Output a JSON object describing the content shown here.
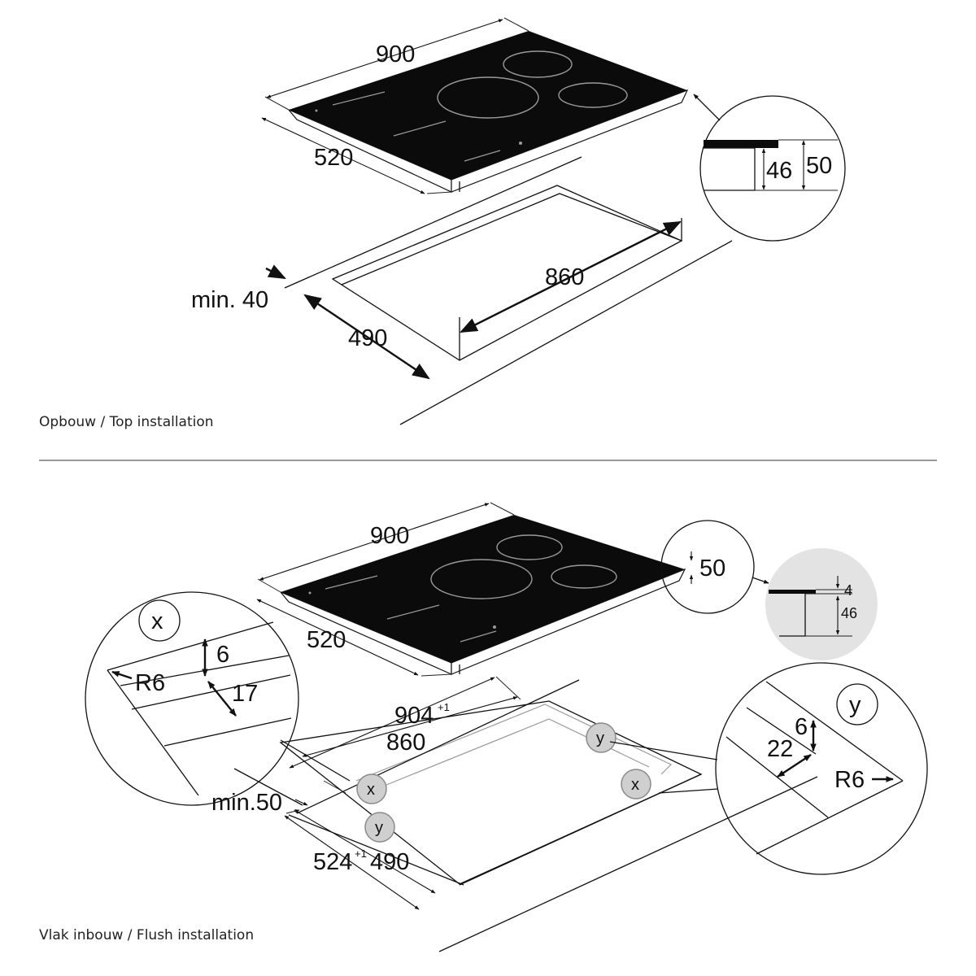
{
  "top_installation": {
    "caption": "Opbouw / Top installation",
    "hob_width": "900",
    "hob_depth": "520",
    "cutout_width": "860",
    "cutout_depth": "490",
    "min_distance": "min. 40",
    "detail_inner_height": "46",
    "detail_total_height": "50"
  },
  "flush_installation": {
    "caption": "Vlak inbouw / Flush installation",
    "hob_width": "900",
    "hob_depth": "520",
    "rebate_width": "904",
    "rebate_width_tolerance": "+1",
    "cutout_width": "860",
    "rebate_depth": "524",
    "rebate_depth_tolerance": "+1",
    "cutout_depth": "490",
    "min_distance": "min.50",
    "edge_height": "50",
    "detail_glass": "4",
    "detail_body": "46",
    "detail_x": {
      "label": "x",
      "step": "6",
      "ledge": "17",
      "radius": "R6"
    },
    "detail_y": {
      "label": "y",
      "step": "6",
      "ledge": "22",
      "radius": "R6"
    },
    "corner_markers": [
      "x",
      "y",
      "y",
      "x"
    ]
  },
  "colors": {
    "line": "#111111",
    "glass": "#0b0b0b",
    "zone_outline": "#9a9a9a",
    "marker_fill": "#cfcfcf",
    "detail_fill": "#e3e3e3"
  }
}
